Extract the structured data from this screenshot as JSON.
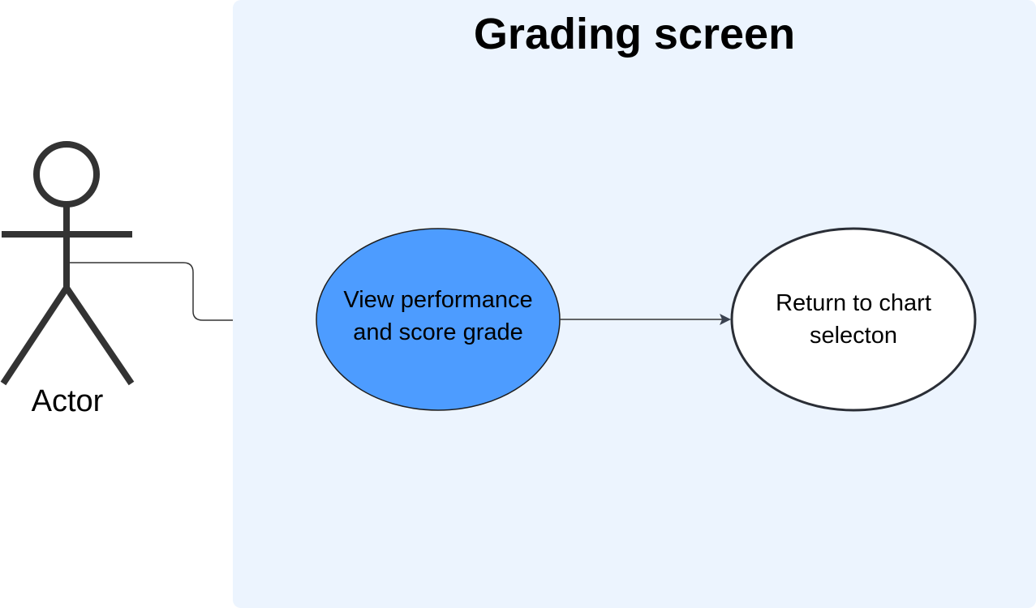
{
  "diagram": {
    "system_title": "Grading screen",
    "actor": {
      "label": "Actor",
      "color": "#333333"
    },
    "use_cases": [
      {
        "label": "View performance and score grade",
        "fill": "#4d9cff"
      },
      {
        "label": "Return to chart selecton",
        "fill": "#ffffff"
      }
    ],
    "boundary_fill": "#ecf4fe",
    "connector_color": "#333333"
  }
}
